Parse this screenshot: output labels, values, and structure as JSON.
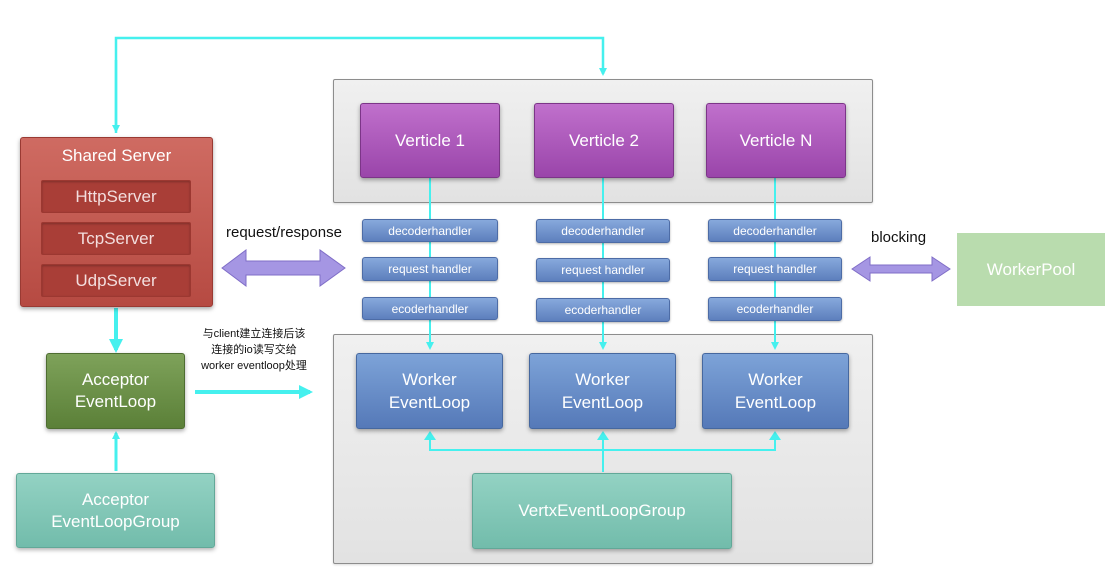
{
  "shared_server": {
    "title": "Shared Server",
    "servers": [
      "HttpServer",
      "TcpServer",
      "UdpServer"
    ]
  },
  "acceptor_event_loop": {
    "line1": "Acceptor",
    "line2": "EventLoop"
  },
  "acceptor_event_loop_group": {
    "line1": "Acceptor",
    "line2": "EventLoopGroup"
  },
  "handoff_note": {
    "line1": "与client建立连接后该",
    "line2": "连接的io读写交给",
    "line3": "worker eventloop处理"
  },
  "request_response_label": "request/response",
  "blocking_label": "blocking",
  "worker_pool": "WorkerPool",
  "verticles": [
    "Verticle 1",
    "Verticle 2",
    "Verticle N"
  ],
  "handlers": {
    "decoder": "decoderhandler",
    "request": "request handler",
    "encoder": "ecoderhandler"
  },
  "worker_event_loop": {
    "line1": "Worker",
    "line2": "EventLoop"
  },
  "vertx_event_loop_group": "VertxEventLoopGroup",
  "colors": {
    "connector": "#45f0ee",
    "bidirectional_arrow": "#a596e3",
    "shared_server": "#bc5148",
    "acceptor": "#6a8f45",
    "teal_box": "#80c4b4",
    "verticle": "#a752b6",
    "worker": "#668ac6",
    "worker_pool": "#b9dcae"
  }
}
